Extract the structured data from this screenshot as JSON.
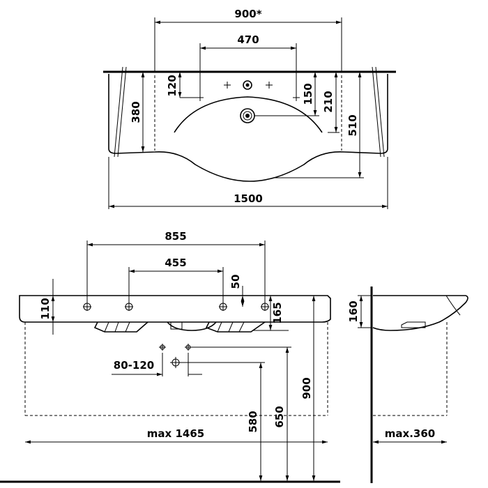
{
  "top_view": {
    "width_label": "1500",
    "basin_width_label": "900*",
    "tap_spacing_label": "470",
    "tap_offset_label": "120",
    "depth_left_label": "380",
    "depth_right_label": "510",
    "waste_offset_label": "150",
    "rim_depth_label": "210"
  },
  "front_view": {
    "outer_holes_label": "855",
    "inner_holes_label": "455",
    "hole_height_label": "50",
    "thickness_label": "110",
    "height_label": "165",
    "waste_range_label": "80-120",
    "floor_height_label": "580",
    "waste_height_label": "650",
    "rim_height_label": "900",
    "max_width_label": "max 1465"
  },
  "side_view": {
    "height_label": "160",
    "max_depth_label": "max.360"
  }
}
